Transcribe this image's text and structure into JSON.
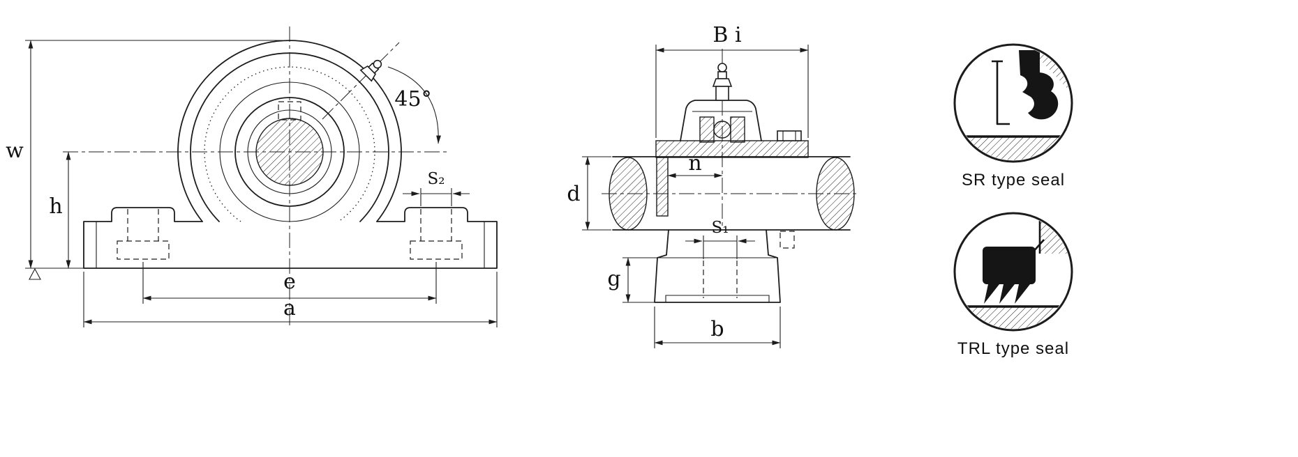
{
  "front_view": {
    "dims": {
      "w": "w",
      "h": "h",
      "e": "e",
      "a": "a",
      "s2": "S₂",
      "angle": "45°"
    }
  },
  "side_view": {
    "dims": {
      "bi": "B i",
      "n": "n",
      "d": "d",
      "s1": "S₁",
      "g": "g",
      "b": "b"
    }
  },
  "seals": {
    "sr_label": "SR type seal",
    "trl_label": "TRL type seal"
  },
  "colors": {
    "ink": "#1c1c1c",
    "background": "#ffffff"
  }
}
